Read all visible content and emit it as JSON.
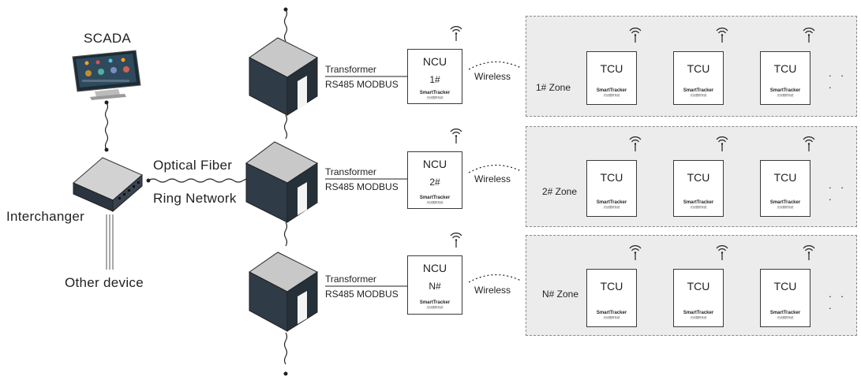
{
  "scada": {
    "label": "SCADA"
  },
  "interchanger": {
    "label": "Interchanger"
  },
  "other_device": {
    "label": "Other device"
  },
  "fiber": {
    "line1": "Optical Fiber",
    "line2": "Ring Network"
  },
  "rows": [
    {
      "transformer": "Transformer",
      "protocol": "RS485 MODBUS",
      "ncu": "NCU",
      "ncu_id": "1#",
      "wireless": "Wireless",
      "zone": "1# Zone",
      "tcus": [
        "TCU",
        "TCU",
        "TCU"
      ],
      "more": ". . ."
    },
    {
      "transformer": "Transformer",
      "protocol": "RS485 MODBUS",
      "ncu": "NCU",
      "ncu_id": "2#",
      "wireless": "Wireless",
      "zone": "2# Zone",
      "tcus": [
        "TCU",
        "TCU",
        "TCU"
      ],
      "more": ". . ."
    },
    {
      "transformer": "Transformer",
      "protocol": "RS485 MODBUS",
      "ncu": "NCU",
      "ncu_id": "N#",
      "wireless": "Wireless",
      "zone": "N# Zone",
      "tcus": [
        "TCU",
        "TCU",
        "TCU"
      ],
      "more": ". . ."
    }
  ],
  "brand": {
    "name": "SmartTracker",
    "sub": "光伏跟踪系统"
  },
  "colors": {
    "line": "#231f20",
    "cube_front": "#2f3b47",
    "cube_top": "#c8c8c8",
    "zone_bg": "#ececec"
  },
  "icons": {
    "antenna": "wifi-antenna-icon",
    "transformer": "transformer-cube-icon",
    "scada": "tablet-monitor-icon",
    "switch": "network-switch-icon"
  }
}
